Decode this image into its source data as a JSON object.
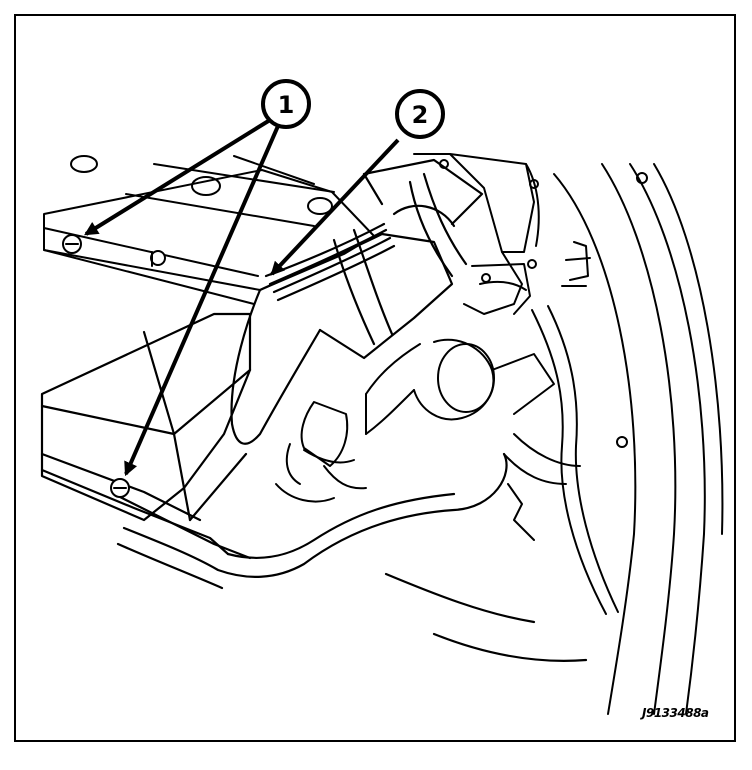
{
  "callouts": [
    {
      "number": "1"
    },
    {
      "number": "2"
    }
  ],
  "figure_id": "J9133488a"
}
